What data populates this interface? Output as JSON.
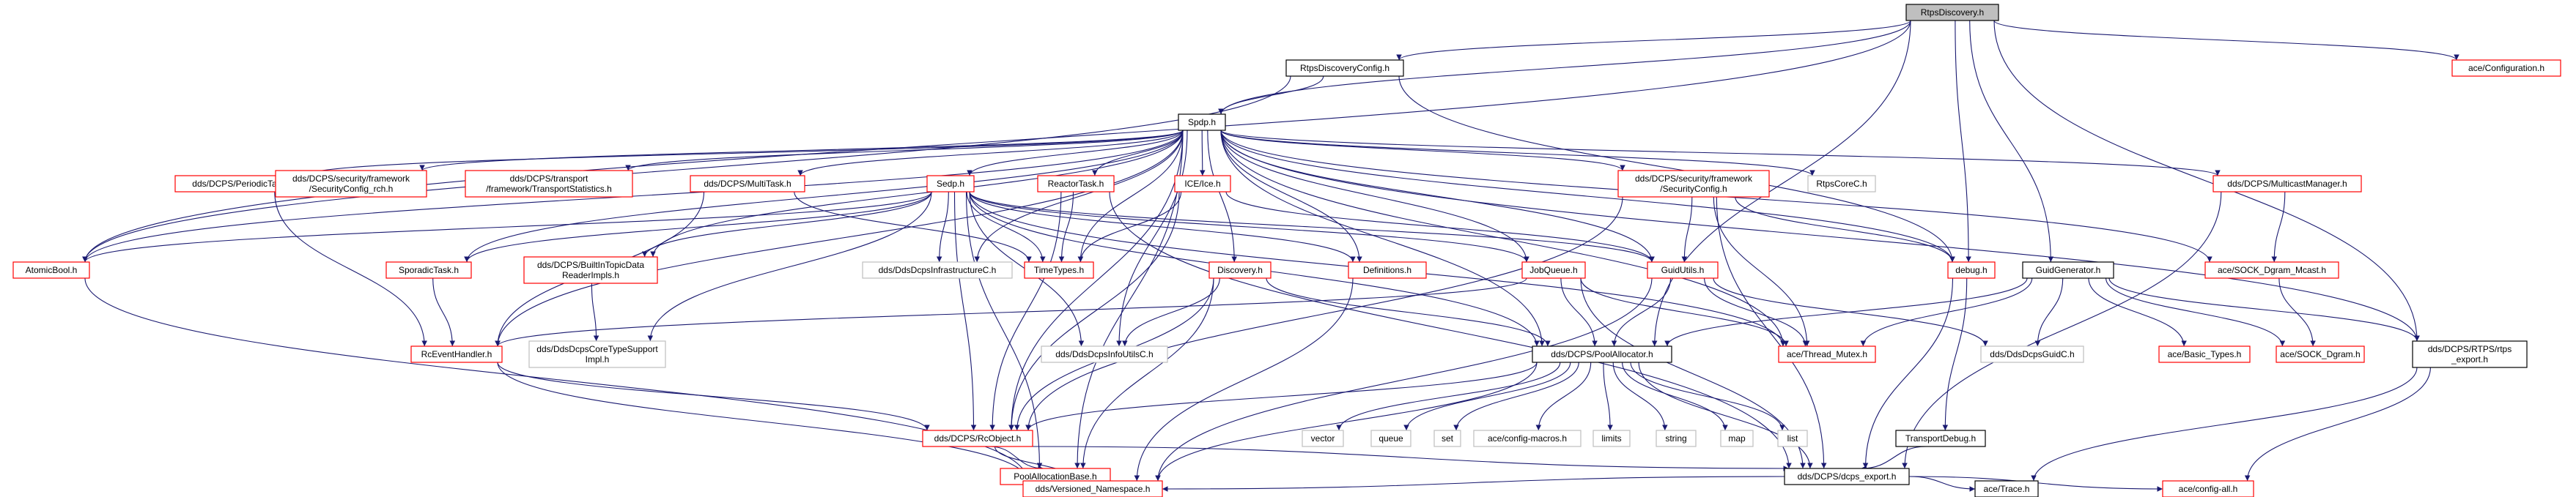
{
  "diagram": {
    "title": "RtpsDiscovery.h",
    "colors": {
      "edge": "#191970",
      "root_fill": "#bfbfbf",
      "border_black": "#000000",
      "border_red": "#ff0000",
      "border_gray": "#bfbfbf",
      "text": "#000000"
    },
    "nodes": [
      {
        "id": "rtpsdiscovery",
        "label": [
          "RtpsDiscovery.h"
        ],
        "style": "root"
      },
      {
        "id": "rtpsdiscoveryconfig",
        "label": [
          "RtpsDiscoveryConfig.h"
        ],
        "style": "black"
      },
      {
        "id": "spdp",
        "label": [
          "Spdp.h"
        ],
        "style": "black"
      },
      {
        "id": "ace_configuration",
        "label": [
          "ace/Configuration.h"
        ],
        "style": "red"
      },
      {
        "id": "atomicbool",
        "label": [
          "AtomicBool.h"
        ],
        "style": "red"
      },
      {
        "id": "periodictask",
        "label": [
          "dds/DCPS/PeriodicTask.h"
        ],
        "style": "red"
      },
      {
        "id": "secconfig_rch",
        "label": [
          "dds/DCPS/security/framework",
          "/SecurityConfig_rch.h"
        ],
        "style": "red"
      },
      {
        "id": "transportstatistics",
        "label": [
          "dds/DCPS/transport",
          "/framework/TransportStatistics.h"
        ],
        "style": "red"
      },
      {
        "id": "multitask",
        "label": [
          "dds/DCPS/MultiTask.h"
        ],
        "style": "red"
      },
      {
        "id": "sedp",
        "label": [
          "Sedp.h"
        ],
        "style": "red"
      },
      {
        "id": "reactortask",
        "label": [
          "ReactorTask.h"
        ],
        "style": "red"
      },
      {
        "id": "iceice",
        "label": [
          "ICE/Ice.h"
        ],
        "style": "red"
      },
      {
        "id": "securityconfig",
        "label": [
          "dds/DCPS/security/framework",
          "/SecurityConfig.h"
        ],
        "style": "red"
      },
      {
        "id": "rtpscorec",
        "label": [
          "RtpsCoreC.h"
        ],
        "style": "gray"
      },
      {
        "id": "multicastmanager",
        "label": [
          "dds/DCPS/MulticastManager.h"
        ],
        "style": "red"
      },
      {
        "id": "sporadictask",
        "label": [
          "SporadicTask.h"
        ],
        "style": "red"
      },
      {
        "id": "builtintopic",
        "label": [
          "dds/DCPS/BuiltInTopicData",
          "ReaderImpls.h"
        ],
        "style": "red"
      },
      {
        "id": "infrastructurec",
        "label": [
          "dds/DdsDcpsInfrastructureC.h"
        ],
        "style": "gray"
      },
      {
        "id": "timetypes",
        "label": [
          "TimeTypes.h"
        ],
        "style": "red"
      },
      {
        "id": "discovery",
        "label": [
          "Discovery.h"
        ],
        "style": "red"
      },
      {
        "id": "definitions",
        "label": [
          "Definitions.h"
        ],
        "style": "red"
      },
      {
        "id": "guidutils",
        "label": [
          "GuidUtils.h"
        ],
        "style": "red"
      },
      {
        "id": "jobqueue",
        "label": [
          "JobQueue.h"
        ],
        "style": "red"
      },
      {
        "id": "debug",
        "label": [
          "debug.h"
        ],
        "style": "red"
      },
      {
        "id": "sock_dgram_mcast",
        "label": [
          "ace/SOCK_Dgram_Mcast.h"
        ],
        "style": "red"
      },
      {
        "id": "guidgenerator",
        "label": [
          "GuidGenerator.h"
        ],
        "style": "black"
      },
      {
        "id": "rceventhandler",
        "label": [
          "RcEventHandler.h"
        ],
        "style": "red"
      },
      {
        "id": "coretypesupport",
        "label": [
          "dds/DdsDcpsCoreTypeSupport",
          "Impl.h"
        ],
        "style": "gray"
      },
      {
        "id": "infoutilsc",
        "label": [
          "dds/DdsDcpsInfoUtilsC.h"
        ],
        "style": "gray"
      },
      {
        "id": "poolallocator",
        "label": [
          "dds/DCPS/PoolAllocator.h"
        ],
        "style": "black"
      },
      {
        "id": "thread_mutex",
        "label": [
          "ace/Thread_Mutex.h"
        ],
        "style": "red"
      },
      {
        "id": "guidc",
        "label": [
          "dds/DdsDcpsGuidC.h"
        ],
        "style": "gray"
      },
      {
        "id": "basic_types",
        "label": [
          "ace/Basic_Types.h"
        ],
        "style": "red"
      },
      {
        "id": "sock_dgram",
        "label": [
          "ace/SOCK_Dgram.h"
        ],
        "style": "red"
      },
      {
        "id": "rtps_export",
        "label": [
          "dds/DCPS/RTPS/rtps",
          "_export.h"
        ],
        "style": "black"
      },
      {
        "id": "rcobject",
        "label": [
          "dds/DCPS/RcObject.h"
        ],
        "style": "red"
      },
      {
        "id": "vector",
        "label": [
          "vector"
        ],
        "style": "gray"
      },
      {
        "id": "queue",
        "label": [
          "queue"
        ],
        "style": "gray"
      },
      {
        "id": "set",
        "label": [
          "set"
        ],
        "style": "gray"
      },
      {
        "id": "config_macros",
        "label": [
          "ace/config-macros.h"
        ],
        "style": "gray"
      },
      {
        "id": "limits",
        "label": [
          "limits"
        ],
        "style": "gray"
      },
      {
        "id": "string",
        "label": [
          "string"
        ],
        "style": "gray"
      },
      {
        "id": "map",
        "label": [
          "map"
        ],
        "style": "gray"
      },
      {
        "id": "list",
        "label": [
          "list"
        ],
        "style": "gray"
      },
      {
        "id": "transportdebug",
        "label": [
          "TransportDebug.h"
        ],
        "style": "black"
      },
      {
        "id": "poolallocationbase",
        "label": [
          "PoolAllocationBase.h"
        ],
        "style": "red"
      },
      {
        "id": "dcps_export",
        "label": [
          "dds/DCPS/dcps_export.h"
        ],
        "style": "black"
      },
      {
        "id": "versioned_namespace",
        "label": [
          "dds/Versioned_Namespace.h"
        ],
        "style": "red"
      },
      {
        "id": "ace_trace",
        "label": [
          "ace/Trace.h"
        ],
        "style": "black"
      },
      {
        "id": "config_all",
        "label": [
          "ace/config-all.h"
        ],
        "style": "red"
      }
    ],
    "edges": [
      [
        "rtpsdiscovery",
        "rtpsdiscoveryconfig"
      ],
      [
        "rtpsdiscovery",
        "spdp"
      ],
      [
        "rtpsdiscovery",
        "ace_configuration"
      ],
      [
        "rtpsdiscovery",
        "atomicbool"
      ],
      [
        "rtpsdiscovery",
        "debug"
      ],
      [
        "rtpsdiscovery",
        "guidgenerator"
      ],
      [
        "rtpsdiscovery",
        "rtps_export"
      ],
      [
        "rtpsdiscovery",
        "poolallocator"
      ],
      [
        "rtpsdiscoveryconfig",
        "spdp"
      ],
      [
        "rtpsdiscoveryconfig",
        "atomicbool"
      ],
      [
        "rtpsdiscoveryconfig",
        "debug"
      ],
      [
        "spdp",
        "atomicbool"
      ],
      [
        "spdp",
        "periodictask"
      ],
      [
        "spdp",
        "secconfig_rch"
      ],
      [
        "spdp",
        "transportstatistics"
      ],
      [
        "spdp",
        "multitask"
      ],
      [
        "spdp",
        "sedp"
      ],
      [
        "spdp",
        "reactortask"
      ],
      [
        "spdp",
        "iceice"
      ],
      [
        "spdp",
        "securityconfig"
      ],
      [
        "spdp",
        "rtpscorec"
      ],
      [
        "spdp",
        "multicastmanager"
      ],
      [
        "spdp",
        "sporadictask"
      ],
      [
        "spdp",
        "builtintopic"
      ],
      [
        "spdp",
        "infrastructurec"
      ],
      [
        "spdp",
        "timetypes"
      ],
      [
        "spdp",
        "discovery"
      ],
      [
        "spdp",
        "definitions"
      ],
      [
        "spdp",
        "guidutils"
      ],
      [
        "spdp",
        "jobqueue"
      ],
      [
        "spdp",
        "debug"
      ],
      [
        "spdp",
        "sock_dgram_mcast"
      ],
      [
        "spdp",
        "rceventhandler"
      ],
      [
        "spdp",
        "infoutilsc"
      ],
      [
        "spdp",
        "poolallocator"
      ],
      [
        "spdp",
        "thread_mutex"
      ],
      [
        "spdp",
        "rtps_export"
      ],
      [
        "spdp",
        "rcobject"
      ],
      [
        "spdp",
        "poolallocationbase"
      ],
      [
        "periodictask",
        "rceventhandler"
      ],
      [
        "multitask",
        "rceventhandler"
      ],
      [
        "multitask",
        "timetypes"
      ],
      [
        "sedp",
        "atomicbool"
      ],
      [
        "sedp",
        "sporadictask"
      ],
      [
        "sedp",
        "builtintopic"
      ],
      [
        "sedp",
        "infrastructurec"
      ],
      [
        "sedp",
        "timetypes"
      ],
      [
        "sedp",
        "definitions"
      ],
      [
        "sedp",
        "guidutils"
      ],
      [
        "sedp",
        "jobqueue"
      ],
      [
        "sedp",
        "infoutilsc"
      ],
      [
        "sedp",
        "poolallocator"
      ],
      [
        "sedp",
        "thread_mutex"
      ],
      [
        "sedp",
        "coretypesupport"
      ],
      [
        "sedp",
        "rcobject"
      ],
      [
        "sedp",
        "poolallocationbase"
      ],
      [
        "reactortask",
        "timetypes"
      ],
      [
        "reactortask",
        "rcobject"
      ],
      [
        "reactortask",
        "dcps_export"
      ],
      [
        "iceice",
        "timetypes"
      ],
      [
        "iceice",
        "guidutils"
      ],
      [
        "iceice",
        "rcobject"
      ],
      [
        "securityconfig",
        "guidutils"
      ],
      [
        "securityconfig",
        "debug"
      ],
      [
        "securityconfig",
        "thread_mutex"
      ],
      [
        "securityconfig",
        "dcps_export"
      ],
      [
        "securityconfig",
        "rcobject"
      ],
      [
        "multicastmanager",
        "sock_dgram_mcast"
      ],
      [
        "multicastmanager",
        "dcps_export"
      ],
      [
        "sporadictask",
        "rceventhandler"
      ],
      [
        "builtintopic",
        "coretypesupport"
      ],
      [
        "discovery",
        "infoutilsc"
      ],
      [
        "discovery",
        "poolallocator"
      ],
      [
        "discovery",
        "rcobject"
      ],
      [
        "discovery",
        "poolallocationbase"
      ],
      [
        "definitions",
        "versioned_namespace"
      ],
      [
        "guidutils",
        "poolallocator"
      ],
      [
        "guidutils",
        "guidc"
      ],
      [
        "guidutils",
        "thread_mutex"
      ],
      [
        "guidutils",
        "versioned_namespace"
      ],
      [
        "jobqueue",
        "rceventhandler"
      ],
      [
        "jobqueue",
        "poolallocator"
      ],
      [
        "jobqueue",
        "thread_mutex"
      ],
      [
        "jobqueue",
        "dcps_export"
      ],
      [
        "debug",
        "transportdebug"
      ],
      [
        "debug",
        "dcps_export"
      ],
      [
        "sock_dgram_mcast",
        "sock_dgram"
      ],
      [
        "guidgenerator",
        "poolallocator"
      ],
      [
        "guidgenerator",
        "thread_mutex"
      ],
      [
        "guidgenerator",
        "guidc"
      ],
      [
        "guidgenerator",
        "basic_types"
      ],
      [
        "guidgenerator",
        "sock_dgram"
      ],
      [
        "guidgenerator",
        "rtps_export"
      ],
      [
        "atomicbool",
        "versioned_namespace"
      ],
      [
        "rceventhandler",
        "rcobject"
      ],
      [
        "rceventhandler",
        "versioned_namespace"
      ],
      [
        "poolallocator",
        "vector"
      ],
      [
        "poolallocator",
        "queue"
      ],
      [
        "poolallocator",
        "set"
      ],
      [
        "poolallocator",
        "config_macros"
      ],
      [
        "poolallocator",
        "limits"
      ],
      [
        "poolallocator",
        "string"
      ],
      [
        "poolallocator",
        "map"
      ],
      [
        "poolallocator",
        "list"
      ],
      [
        "poolallocator",
        "dcps_export"
      ],
      [
        "poolallocator",
        "versioned_namespace"
      ],
      [
        "poolallocator",
        "rcobject"
      ],
      [
        "rcobject",
        "poolallocationbase"
      ],
      [
        "rcobject",
        "dcps_export"
      ],
      [
        "rcobject",
        "versioned_namespace"
      ],
      [
        "transportdebug",
        "dcps_export"
      ],
      [
        "dcps_export",
        "versioned_namespace"
      ],
      [
        "dcps_export",
        "ace_trace"
      ],
      [
        "dcps_export",
        "config_all"
      ],
      [
        "rtps_export",
        "ace_trace"
      ],
      [
        "rtps_export",
        "config_all"
      ]
    ]
  }
}
